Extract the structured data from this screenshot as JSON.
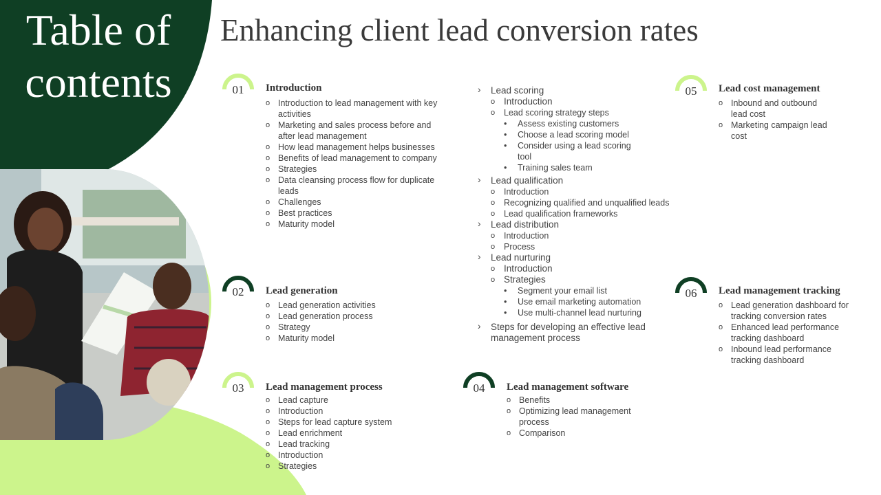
{
  "page": {
    "toc_title_line1": "Table of",
    "toc_title_line2": "contents",
    "title": "Enhancing client lead conversion rates"
  },
  "colors": {
    "dark_green": "#0f3f24",
    "light_green": "#ccf48c",
    "text": "#404040"
  },
  "sections": [
    {
      "number": "01",
      "title": "Introduction",
      "items": [
        "Introduction to lead management with key activities",
        "Marketing and sales process before and after lead management",
        "How lead management helps businesses",
        "Benefits of lead management to company",
        "Strategies",
        "Data cleansing process flow for duplicate leads",
        "Challenges",
        "Best practices",
        "Maturity model"
      ]
    },
    {
      "number": "02",
      "title": "Lead generation",
      "items": [
        "Lead generation activities",
        "Lead generation process",
        "Strategy",
        "Maturity model"
      ]
    },
    {
      "number": "03",
      "title": "Lead management process",
      "items": [
        "Lead capture",
        "Introduction",
        "Steps for lead capture system",
        "Lead enrichment",
        "Lead tracking",
        "Introduction",
        "Strategies"
      ]
    },
    {
      "number": "04",
      "title": "Lead management software",
      "items": [
        "Benefits",
        "Optimizing lead management process",
        "Comparison"
      ]
    },
    {
      "number": "05",
      "title": "Lead cost management",
      "items": [
        "Inbound and outbound lead cost",
        "Marketing campaign lead cost"
      ]
    },
    {
      "number": "06",
      "title": "Lead management tracking",
      "items": [
        "Lead generation dashboard for tracking conversion rates",
        "Enhanced lead performance tracking dashboard",
        "Inbound lead performance tracking dashboard"
      ]
    }
  ],
  "middle": {
    "lead_scoring": "Lead scoring",
    "ls_intro": "Introduction",
    "ls_steps": "Lead scoring strategy steps",
    "ls_b1": "Assess existing customers",
    "ls_b2": "Choose a lead scoring model",
    "ls_b3": "Consider using a lead scoring tool",
    "ls_b4": "Training sales team",
    "lead_qualification": "Lead qualification",
    "lq_intro": "Introduction",
    "lq_recog": "Recognizing qualified and unqualified leads",
    "lq_frameworks": "Lead qualification frameworks",
    "lead_distribution": "Lead distribution",
    "ld_intro": "Introduction",
    "ld_process": "Process",
    "lead_nurturing": "Lead nurturing",
    "ln_intro": "Introduction",
    "ln_strategies": "Strategies",
    "ln_b1": "Segment your email list",
    "ln_b2": "Use email marketing automation",
    "ln_b3": "Use multi-channel lead nurturing",
    "steps": "Steps for developing an effective lead management process"
  }
}
